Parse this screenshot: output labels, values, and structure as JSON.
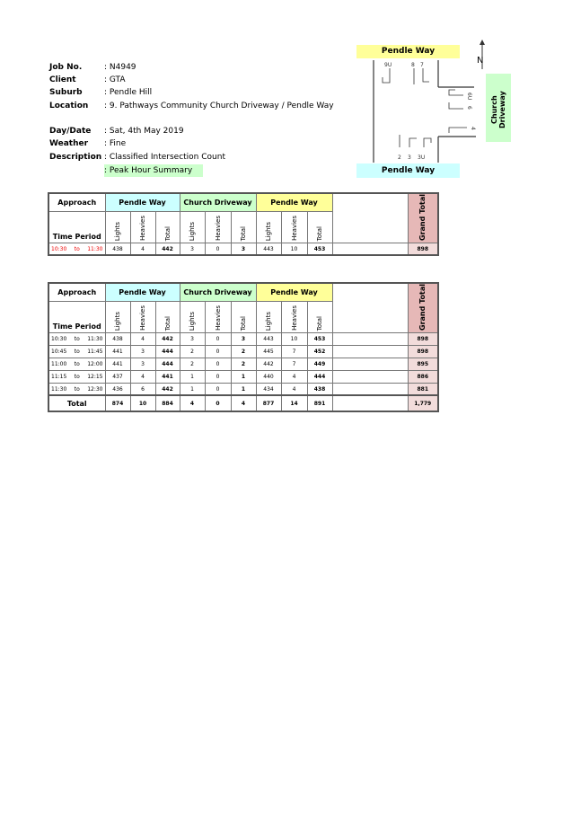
{
  "info": {
    "labels": [
      "Job No.",
      "Client",
      "Suburb",
      "Location",
      "Day/Date",
      "Weather",
      "Description"
    ],
    "values": [
      ": N4949",
      ": GTA",
      ": Pendle Hill",
      ": 9. Pathways Community Church Driveway / Pendle Way",
      ": Sat, 4th May 2019",
      ": Fine",
      ": Classified Intersection Count"
    ],
    "peak": ": Peak Hour Summary"
  },
  "diagram": {
    "north_road": "Pendle Way",
    "south_road": "Pendle Way",
    "east_road": "Church Driveway",
    "north": "N",
    "movements": [
      "9U",
      "8",
      "7",
      "6U",
      "6",
      "4",
      "2",
      "3",
      "3U"
    ],
    "colors": {
      "north": "#ffff99",
      "south": "#ccffff",
      "east": "#ccffcc"
    }
  },
  "table_headers": {
    "approach": "Approach",
    "time_period": "Time Period",
    "approaches": [
      "Pendle Way",
      "Church Driveway",
      "Pendle Way"
    ],
    "sub": [
      "Lights",
      "Heavies",
      "Total"
    ],
    "grand_total": "Grand Total",
    "to": "to",
    "total_label": "Total"
  },
  "peak_row": {
    "from": "10:30",
    "to": "11:30",
    "values": [
      "438",
      "4",
      "442",
      "3",
      "0",
      "3",
      "443",
      "10",
      "453"
    ],
    "grand": "898"
  },
  "rows": [
    {
      "from": "10:30",
      "to": "11:30",
      "values": [
        "438",
        "4",
        "442",
        "3",
        "0",
        "3",
        "443",
        "10",
        "453"
      ],
      "grand": "898"
    },
    {
      "from": "10:45",
      "to": "11:45",
      "values": [
        "441",
        "3",
        "444",
        "2",
        "0",
        "2",
        "445",
        "7",
        "452"
      ],
      "grand": "898"
    },
    {
      "from": "11:00",
      "to": "12:00",
      "values": [
        "441",
        "3",
        "444",
        "2",
        "0",
        "2",
        "442",
        "7",
        "449"
      ],
      "grand": "895"
    },
    {
      "from": "11:15",
      "to": "12:15",
      "values": [
        "437",
        "4",
        "441",
        "1",
        "0",
        "1",
        "440",
        "4",
        "444"
      ],
      "grand": "886"
    },
    {
      "from": "11:30",
      "to": "12:30",
      "values": [
        "436",
        "6",
        "442",
        "1",
        "0",
        "1",
        "434",
        "4",
        "438"
      ],
      "grand": "881"
    }
  ],
  "totals": {
    "values": [
      "874",
      "10",
      "884",
      "4",
      "0",
      "4",
      "877",
      "14",
      "891"
    ],
    "grand": "1,779"
  }
}
